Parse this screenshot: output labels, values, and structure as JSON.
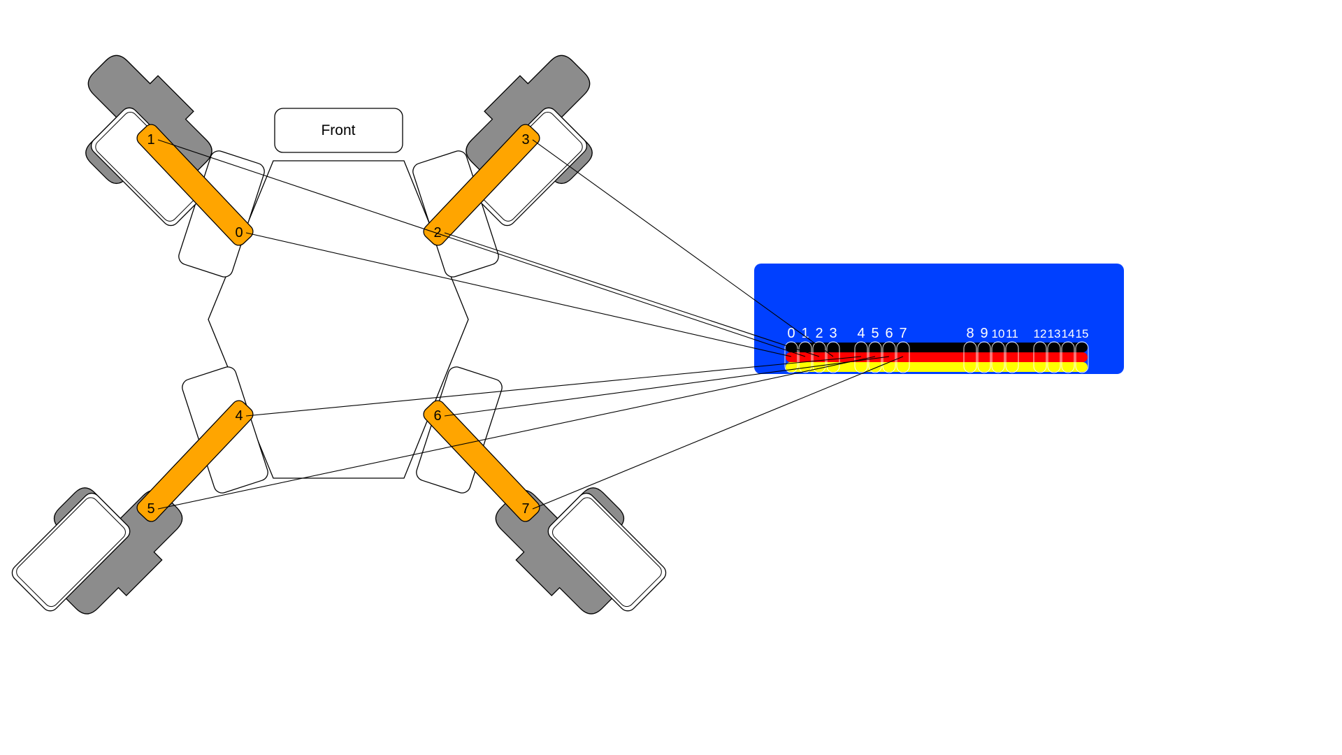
{
  "front_label": "Front",
  "arm_labels": [
    "0",
    "1",
    "2",
    "3",
    "4",
    "5",
    "6",
    "7"
  ],
  "board_pins": [
    "0",
    "1",
    "2",
    "3",
    "4",
    "5",
    "6",
    "7",
    "8",
    "9",
    "10",
    "11",
    "12",
    "13",
    "14",
    "15"
  ],
  "colors": {
    "board": "#0040ff",
    "arm": "#ffa500",
    "motor": "#8c8c8c",
    "wire_top": "#000000",
    "wire_mid": "#ff0000",
    "wire_bottom": "#ffff00"
  }
}
